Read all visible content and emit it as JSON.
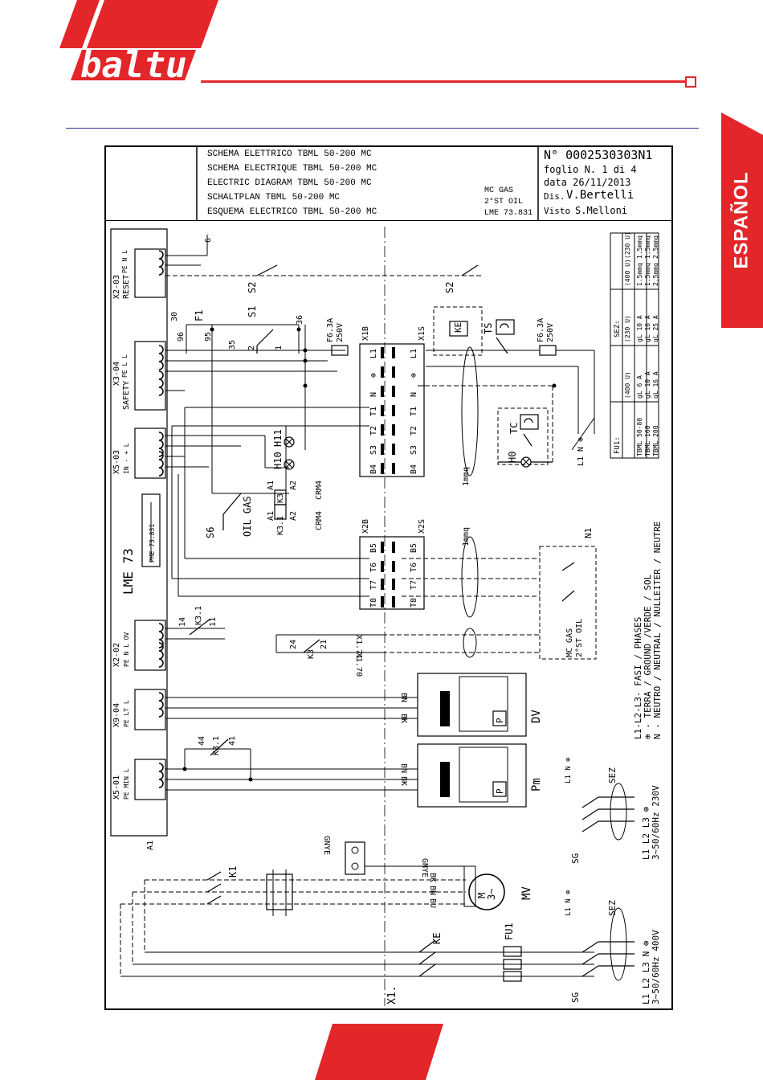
{
  "brand": {
    "name": "baltur",
    "color": "#e3262a"
  },
  "language_tab": {
    "label": "ESPAÑOL",
    "color": "#e3262a"
  },
  "title_block": {
    "titles": [
      "SCHEMA ELETTRICO TBML 50-200 MC",
      "SCHEMA ELECTRIQUE TBML 50-200 MC",
      "ELECTRIC DIAGRAM TBML 50-200 MC",
      "SCHALTPLAN TBML 50-200 MC",
      "ESQUEMA ELECTRICO TBML 50-200 MC"
    ],
    "variant": [
      "MC GAS",
      "2°ST OIL",
      "LME 73.831"
    ],
    "number": "N° 0002530303N1",
    "sheet": "foglio N. 1 di 4",
    "date": "data 26/11/2013",
    "drawn_label": "Dis.",
    "drawn_by": "V.Bertelli",
    "checked_label": "Visto",
    "checked_by": "S.Melloni"
  },
  "fuse_table": {
    "fu1_header": "FU1:",
    "sez_header": "SEZ:",
    "col_headers": [
      "(400 U)",
      "(230 U)",
      "(400 U)",
      "(230 U)"
    ],
    "rows": [
      {
        "model": "TBML 50-80",
        "fu400": "gL 6 A",
        "fu230": "gL 10 A",
        "sez400": "1.5mmq",
        "sez230": "1.5mmq"
      },
      {
        "model": "TBML 160",
        "fu400": "gL 10 A",
        "fu230": "gL 16 A",
        "sez400": "1.5mmq",
        "sez230": "1.5mmq"
      },
      {
        "model": "TBML 200",
        "fu400": "gL 16 A",
        "fu230": "gL 25 A",
        "sez400": "2.5mmq",
        "sez230": "2.5mmq"
      }
    ]
  },
  "legend": [
    "L1-L2-L3- FASI / PHASES",
    "⊕ - TERRA / GROUND /VERDE / SOL",
    "N - NEUTRO / NEUTRAL / NULLEITER / NEUTRE"
  ],
  "terminals": {
    "x2_03": "X2-03",
    "x2_03_pins": "PE N L",
    "reset": "RESET",
    "x3_04": "X3-04",
    "x3_04_pins": "PE L L",
    "safety": "SAFETY",
    "x5_03": "X5-03",
    "x5_03_pins": "IN - + L",
    "pme": "PME 73.831",
    "lme": "LME 73",
    "x2_02": "X2-02",
    "x2_02_pins": "PE N L OV",
    "x9_04": "X9-04",
    "x9_04_pins": "PE LT L",
    "x5_01": "X5-01",
    "x5_01_pins": "PE MIN L",
    "a1": "A1",
    "x1b": "X1B",
    "x1s": "X1S",
    "x2b": "X2B",
    "x2s": "X2S",
    "x1_bottom": "X1.",
    "x1_71": "X1.71",
    "x1_70": "X1.70"
  },
  "plug_pins": {
    "x1": [
      "L1",
      "⊕",
      "N",
      "T1",
      "T2",
      "S3",
      "B4"
    ],
    "x2": [
      "B5",
      "T6",
      "T7",
      "T8"
    ]
  },
  "components": {
    "f1": "F1",
    "s1": "S1",
    "s2": "S2",
    "s6": "S6",
    "ke": "KE",
    "ts": "TS",
    "tc": "TC",
    "h0": "H0",
    "h10": "H10",
    "h11": "H11",
    "k3": "K3",
    "k3_1": "K3.1",
    "k1": "K1",
    "a1": "A1",
    "a2": "A2",
    "crm4": "CRM4",
    "oil_gas": "OIL GAS",
    "fuse_a": "F6.3A",
    "fuse_b": "250V",
    "dv": "DV",
    "pm": "Pm",
    "p": "P",
    "mv": "MV",
    "motor": "M",
    "motor_phase": "3~",
    "fu1": "FU1",
    "sez": "SEZ",
    "sg": "SG",
    "n1": "N1",
    "mc_gas": "MC GAS",
    "st_oil": "2°ST OIL",
    "one_mmq": "1mmq",
    "supply_400": "3~50/60Hz 400V",
    "supply_230": "3~50/60Hz 230V",
    "l123n": "L1 L2 L3 N ⊕",
    "l123": "L1 L2 L3 ⊕",
    "l1n": "L1 N ⊕",
    "gnye": "GNYE",
    "bk": "BK",
    "bn": "BN",
    "bu": "BU"
  },
  "wire_numbers": [
    "6",
    "30",
    "96",
    "95",
    "35",
    "36",
    "2",
    "1",
    "14",
    "11",
    "24",
    "21",
    "44",
    "41"
  ]
}
